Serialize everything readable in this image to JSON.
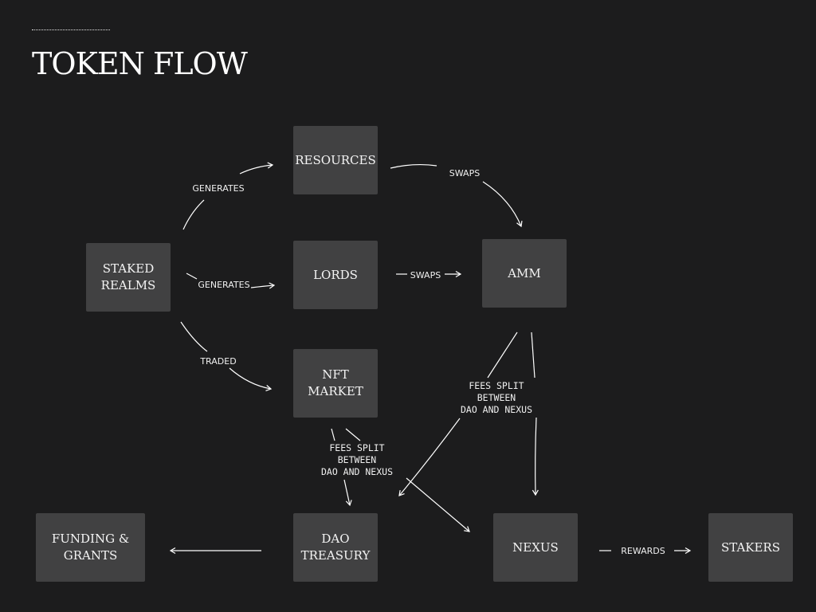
{
  "page": {
    "title": "TOKEN FLOW"
  },
  "nodes": {
    "resources": "RESOURCES",
    "staked_realms": "STAKED\nREALMS",
    "lords": "LORDS",
    "amm": "AMM",
    "nft_market": "NFT\nMARKET",
    "funding_grants": "FUNDING &\nGRANTS",
    "dao_treasury": "DAO\nTREASURY",
    "nexus": "NEXUS",
    "stakers": "STAKERS"
  },
  "edge_labels": {
    "generates_resources": "GENERATES",
    "swaps_resources": "SWAPS",
    "generates_lords": "GENERATES",
    "swaps_lords": "SWAPS",
    "traded": "TRADED",
    "fees_amm": "FEES SPLIT\nBETWEEN\nDAO AND NEXUS",
    "fees_nft": "FEES SPLIT\nBETWEEN\nDAO AND NEXUS",
    "rewards": "REWARDS"
  },
  "colors": {
    "background": "#1c1c1d",
    "node": "#414142",
    "line": "#ffffff"
  }
}
